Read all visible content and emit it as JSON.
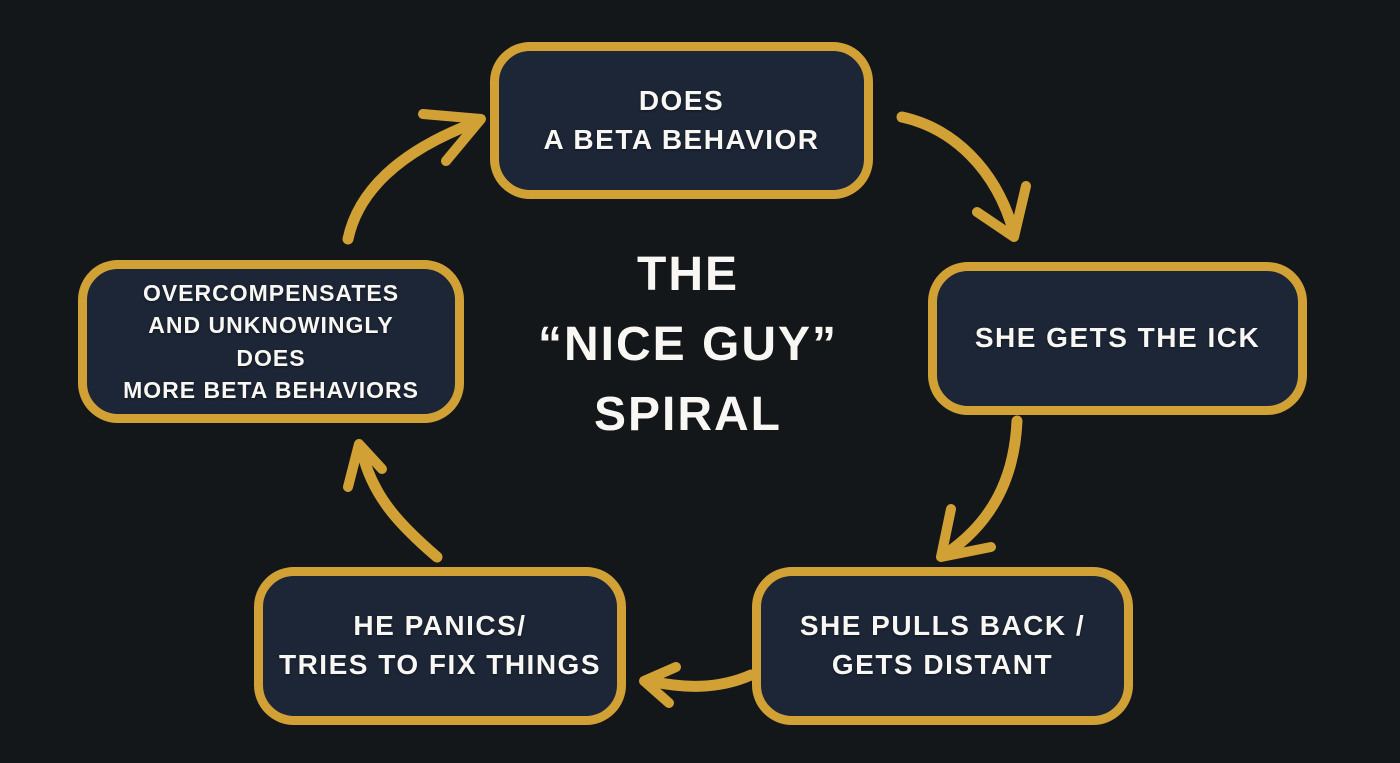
{
  "background_color": "#14171a",
  "accent_color": "#d1a136",
  "node_fill_color": "#1d2636",
  "text_color": "#f8f7f3",
  "title": {
    "line1": "THE",
    "line2": "“NICE GUY”",
    "line3": "SPIRAL"
  },
  "diagram": {
    "type": "cycle",
    "nodes": [
      {
        "id": "does-beta-behavior",
        "position": "top",
        "label": "DOES\nA BETA BEHAVIOR"
      },
      {
        "id": "she-gets-the-ick",
        "position": "right",
        "label": "SHE GETS THE ICK"
      },
      {
        "id": "she-pulls-back",
        "position": "bottom-right",
        "label": "SHE PULLS BACK /\nGETS DISTANT"
      },
      {
        "id": "he-panics",
        "position": "bottom-left",
        "label": "HE PANICS/\nTRIES TO FIX THINGS"
      },
      {
        "id": "overcompensates",
        "position": "left",
        "label": "OVERCOMPENSATES\nAND UNKNOWINGLY\nDOES\nMORE BETA BEHAVIORS"
      }
    ],
    "edges": [
      {
        "from": "does-beta-behavior",
        "to": "she-gets-the-ick"
      },
      {
        "from": "she-gets-the-ick",
        "to": "she-pulls-back"
      },
      {
        "from": "she-pulls-back",
        "to": "he-panics"
      },
      {
        "from": "he-panics",
        "to": "overcompensates"
      },
      {
        "from": "overcompensates",
        "to": "does-beta-behavior"
      }
    ]
  }
}
